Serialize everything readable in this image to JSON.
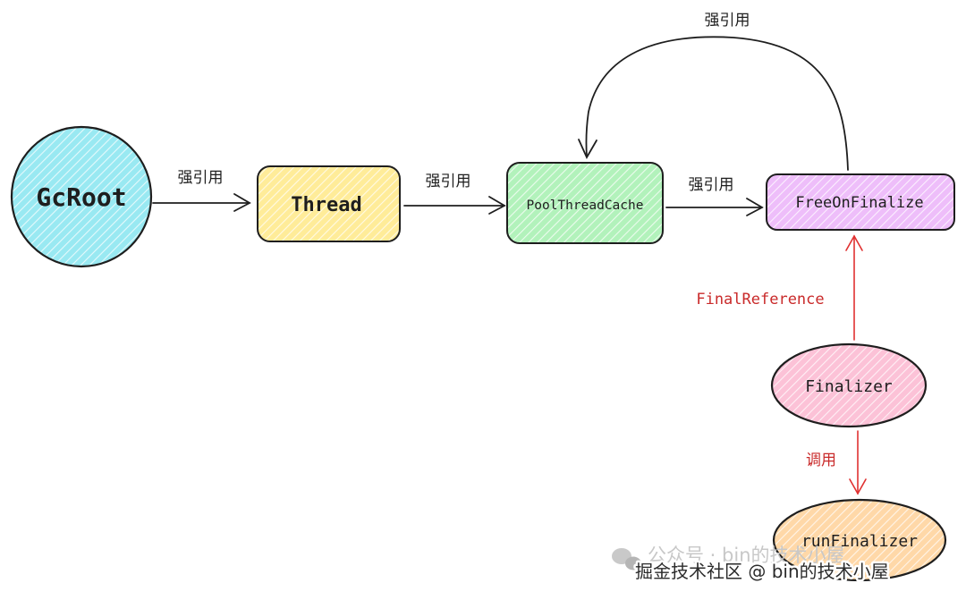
{
  "nodes": {
    "gcroot": {
      "label": "GcRoot",
      "fill": "#99e9f2"
    },
    "thread": {
      "label": "Thread",
      "fill": "#ffec99"
    },
    "poolthreadcache": {
      "label": "PoolThreadCache",
      "fill": "#b2f2bb"
    },
    "freeonfinalize": {
      "label": "FreeOnFinalize",
      "fill": "#eebefa"
    },
    "finalizer": {
      "label": "Finalizer",
      "fill": "#fcc2d7"
    },
    "runfinalizer": {
      "label": "runFinalizer",
      "fill": "#ffd8a8"
    }
  },
  "edges": {
    "gcroot_thread": "强引用",
    "thread_pool": "强引用",
    "pool_free": "强引用",
    "free_pool_loop": "强引用",
    "finalizer_free": "FinalReference",
    "finalizer_run": "调用"
  },
  "watermark": {
    "line1": "公众号 · bin的技术小屋",
    "line2": "掘金技术社区 @ bin的技术小屋"
  },
  "colors": {
    "stroke": "#1e1e1e",
    "red_arrow": "#e03131",
    "red_text": "#c92a2a"
  }
}
